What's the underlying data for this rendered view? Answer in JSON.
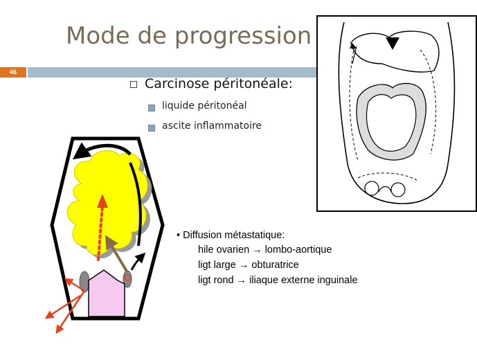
{
  "slide": {
    "title": "Mode de progression",
    "number": "46"
  },
  "bullets": {
    "main": "Carcinose péritonéale:",
    "sub": [
      "liquide péritonéal",
      "ascite inflammatoire"
    ]
  },
  "diffusion": {
    "heading": "• Diffusion métastatique:",
    "lines": [
      "hile ovarien → lombo-aortique",
      "ligt large → obturatrice",
      "ligt rond → iliaque externe inguinale"
    ]
  },
  "colors": {
    "title": "#7a6a58",
    "bar": "#a3bccd",
    "number_box": "#e2741e",
    "tumor": "#ffff00",
    "arrow_red": "#e8401c",
    "uterus": "#f7c8f0"
  }
}
